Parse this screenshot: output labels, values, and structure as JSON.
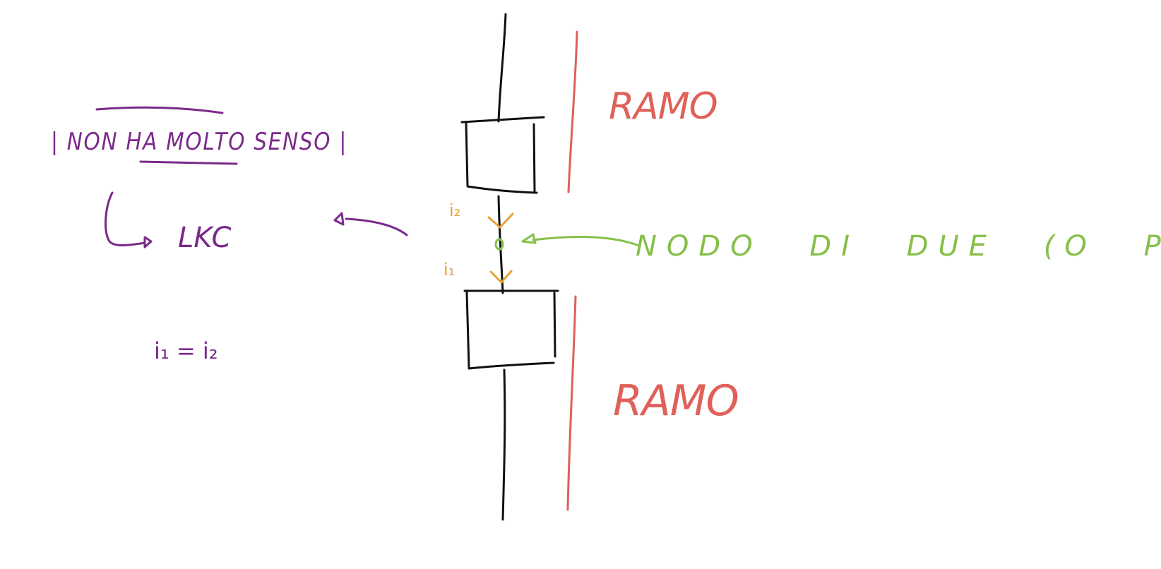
{
  "colors": {
    "background": "#ffffff",
    "circuit": "#111111",
    "branch": "#e0605a",
    "node": "#86bf4a",
    "current": "#e8a03a",
    "note": "#7a2a8a"
  },
  "branches": {
    "upper_label": "RAMO",
    "lower_label": "RAMO"
  },
  "node": {
    "label": "NODO DI DUE (O PIU') RAMI"
  },
  "currents": {
    "upper": "i₂",
    "lower": "i₁"
  },
  "notes": {
    "meaningless": "| NON HA MOLTO SENSO |",
    "lkc": "LKC",
    "equation": "i₁ = i₂"
  }
}
